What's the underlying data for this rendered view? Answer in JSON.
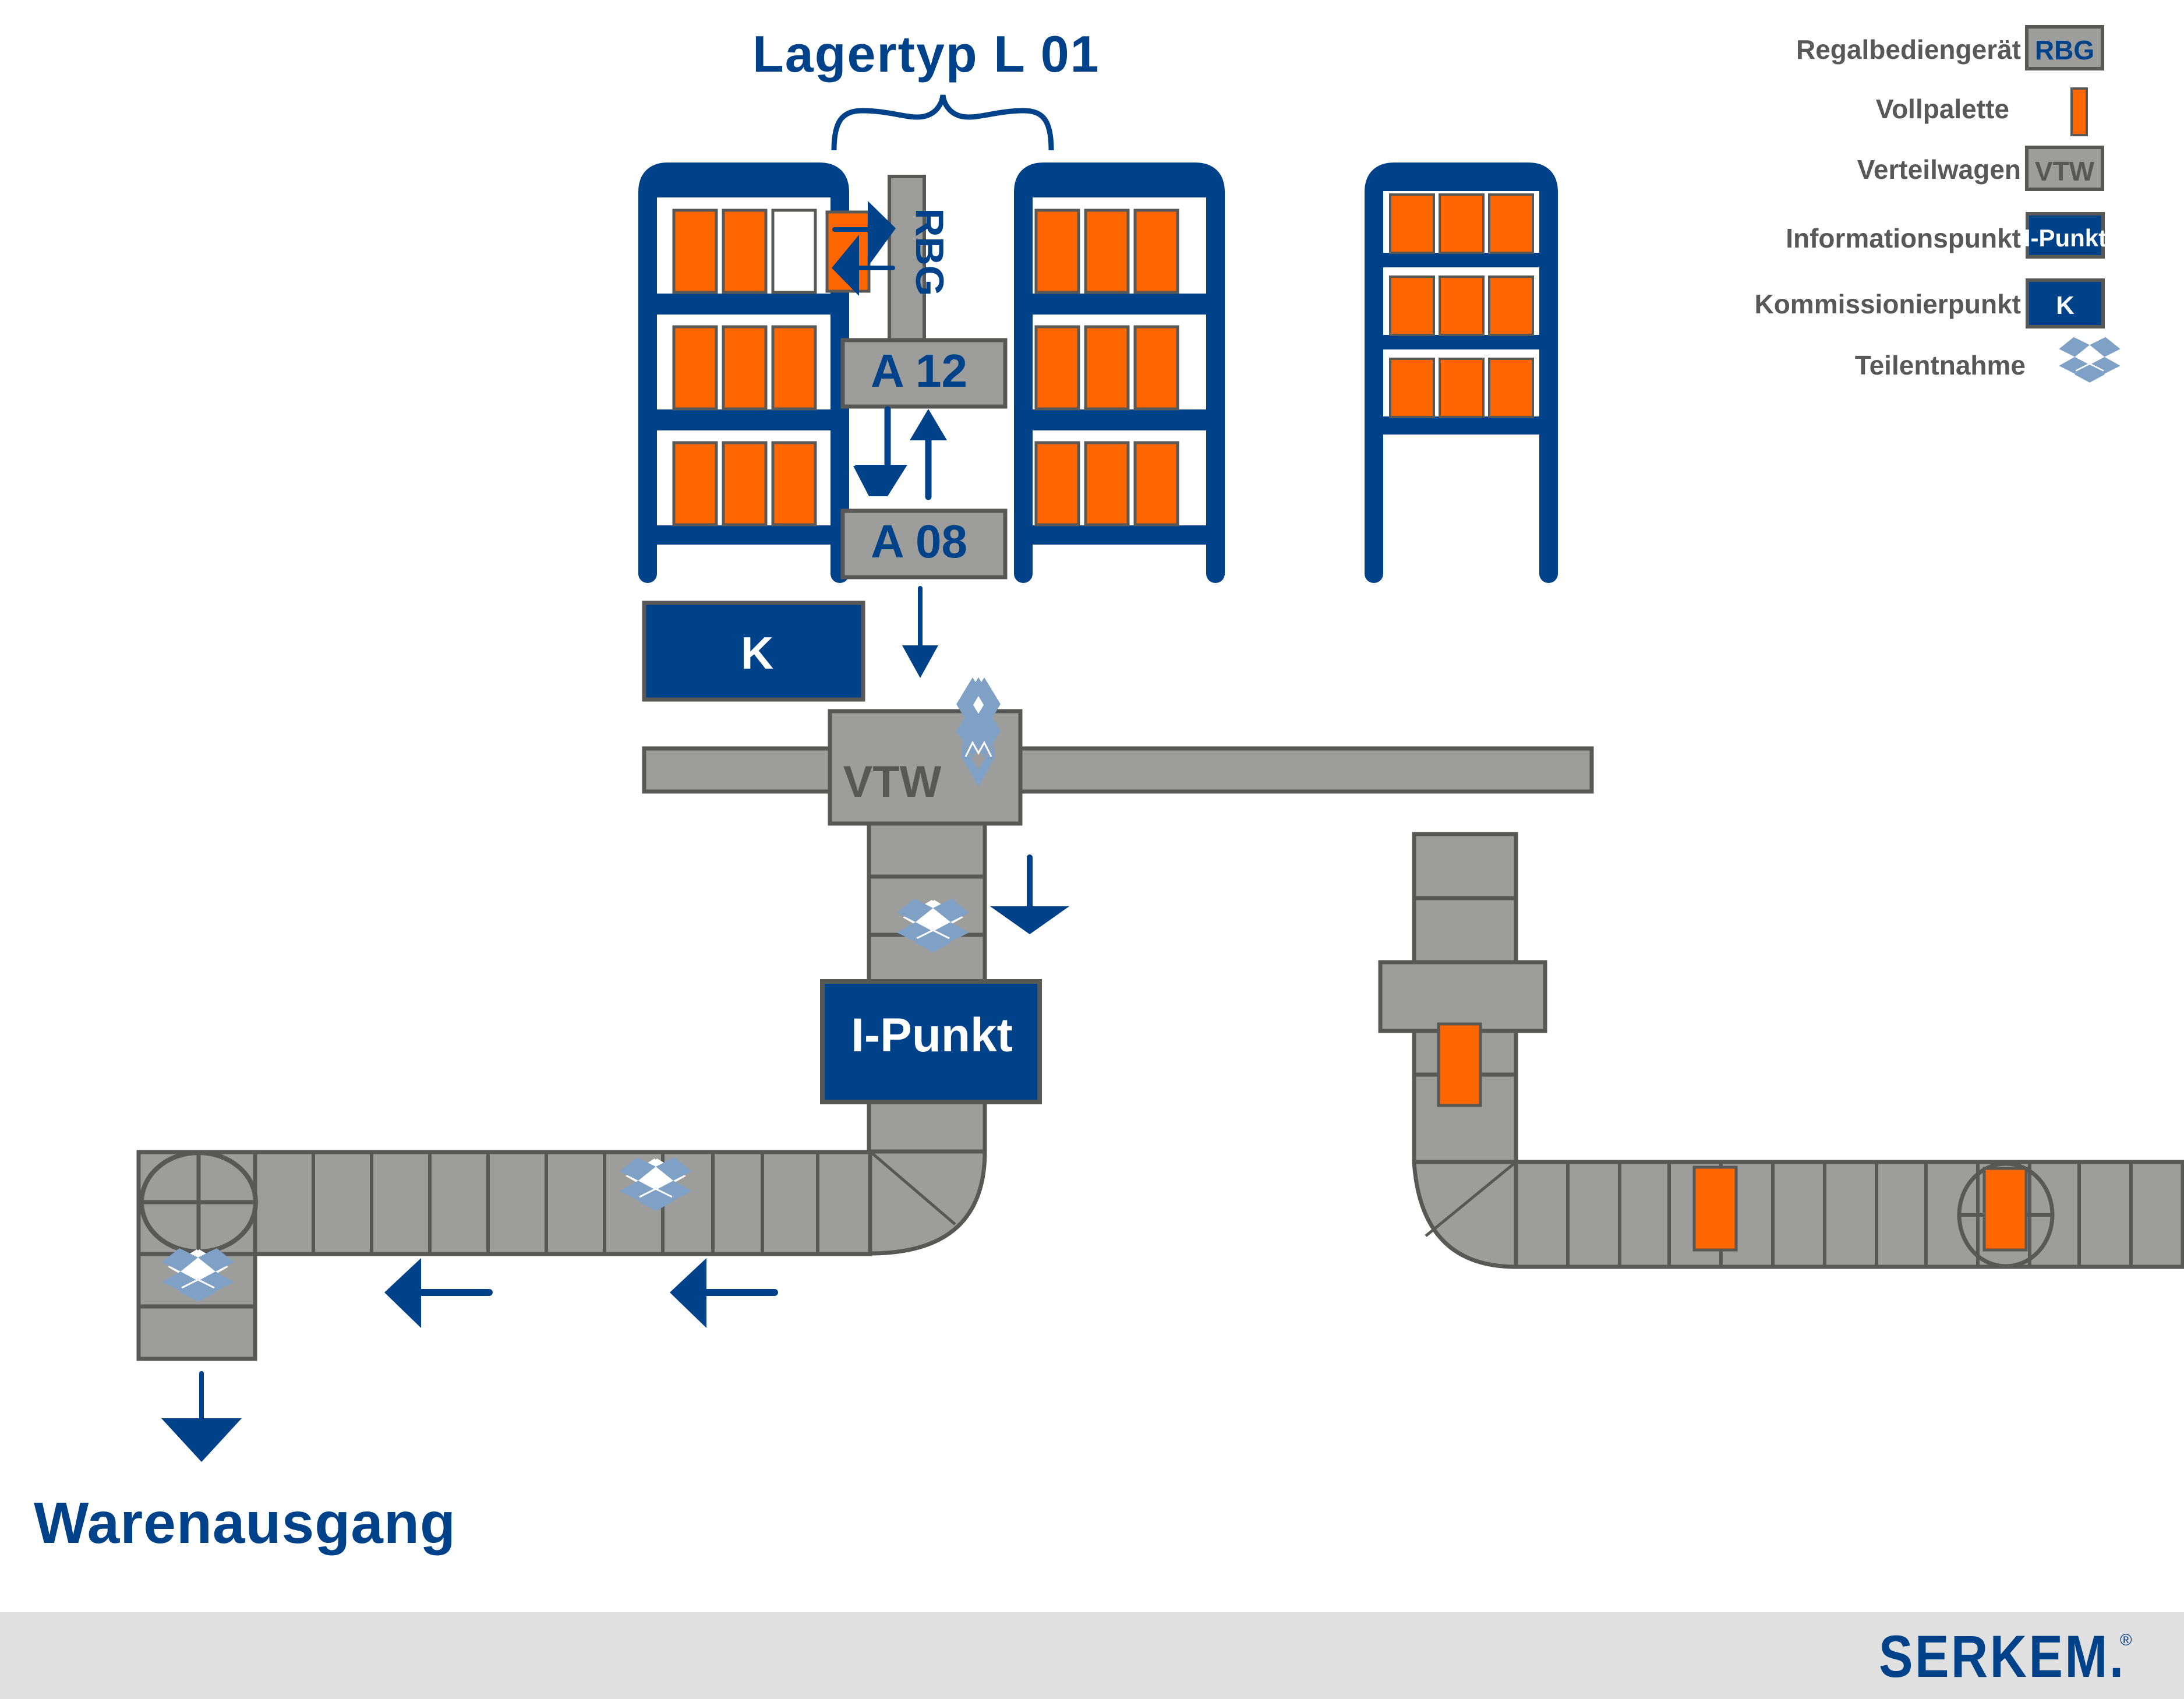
{
  "titles": {
    "storage_type": "Lagertyp L 01",
    "goods_out": "Warenausgang"
  },
  "legend": [
    {
      "label": "Regalbediengerät",
      "symbol_text": "RBG",
      "symbol": "gray-box-blue-text"
    },
    {
      "label": "Vollpalette",
      "symbol_text": "",
      "symbol": "orange-pallet"
    },
    {
      "label": "Verteilwagen",
      "symbol_text": "VTW",
      "symbol": "gray-box-gray-text"
    },
    {
      "label": "Informationspunkt",
      "symbol_text": "I-Punkt",
      "symbol": "blue-box-white-text"
    },
    {
      "label": "Kommissionierpunkt",
      "symbol_text": "K",
      "symbol": "blue-box-white-text"
    },
    {
      "label": "Teilentnahme",
      "symbol_text": "",
      "symbol": "open-box-icon"
    }
  ],
  "diagram": {
    "rbg_label": "RBG",
    "transfer_upper": "A 12",
    "transfer_lower": "A 08",
    "picking_point": "K",
    "distribution_car": "VTW",
    "info_point": "I-Punkt",
    "racks": [
      {
        "name": "rack-left",
        "levels": 3,
        "slots_per_level": 3,
        "empty_slots": [
          "level1-slot3"
        ]
      },
      {
        "name": "rack-middle",
        "levels": 3,
        "slots_per_level": 3,
        "empty_slots": []
      },
      {
        "name": "rack-right",
        "levels": 3,
        "slots_per_level": 3,
        "empty_slots": []
      }
    ]
  },
  "colors": {
    "brand_blue": "#00428a",
    "pallet_orange": "#ff6600",
    "equipment_gray": "#9d9d9b",
    "outline_gray": "#585856",
    "partial_pick_blue": "#7fa1c6",
    "footer_gray": "#e0e0e0"
  },
  "footer": {
    "logo_text": "SERKEM.",
    "logo_registered": "®"
  }
}
